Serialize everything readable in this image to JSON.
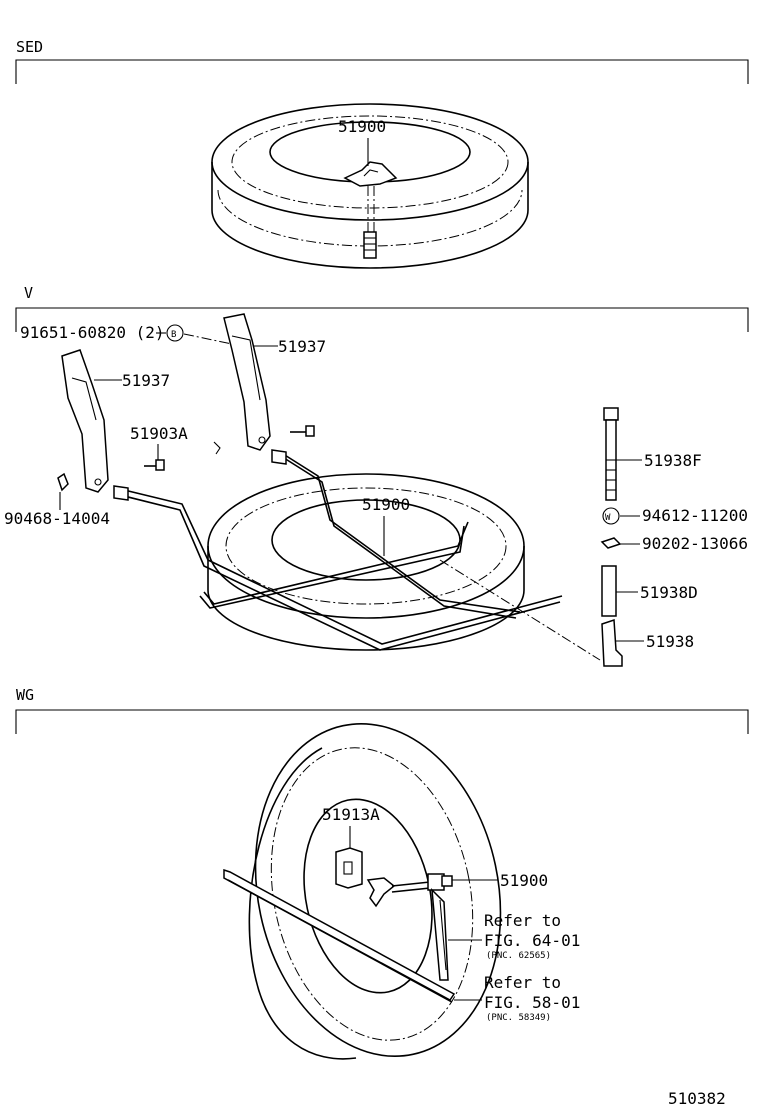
{
  "sections": {
    "sed": "SED",
    "v": "V",
    "wg": "WG"
  },
  "sed": {
    "p51900": "51900"
  },
  "v": {
    "bolt_ref": "91651-60820 (2)",
    "bolt_ref_mark": "B",
    "p51937_upper": "51937",
    "p51937_left": "51937",
    "p51903A": "51903A",
    "p90468": "90468-14004",
    "p51900": "51900",
    "p51938F": "51938F",
    "washer_mark": "W",
    "p94612": "94612-11200",
    "p90202": "90202-13066",
    "p51938D": "51938D",
    "p51938": "51938"
  },
  "wg": {
    "p51913A": "51913A",
    "p51900": "51900",
    "refer1": "Refer to",
    "fig1": "FIG. 64-01",
    "pnc1": "(PNC. 62565)",
    "refer2": "Refer to",
    "fig2": "FIG. 58-01",
    "pnc2": "(PNC. 58349)"
  },
  "footer": {
    "code": "510382"
  }
}
